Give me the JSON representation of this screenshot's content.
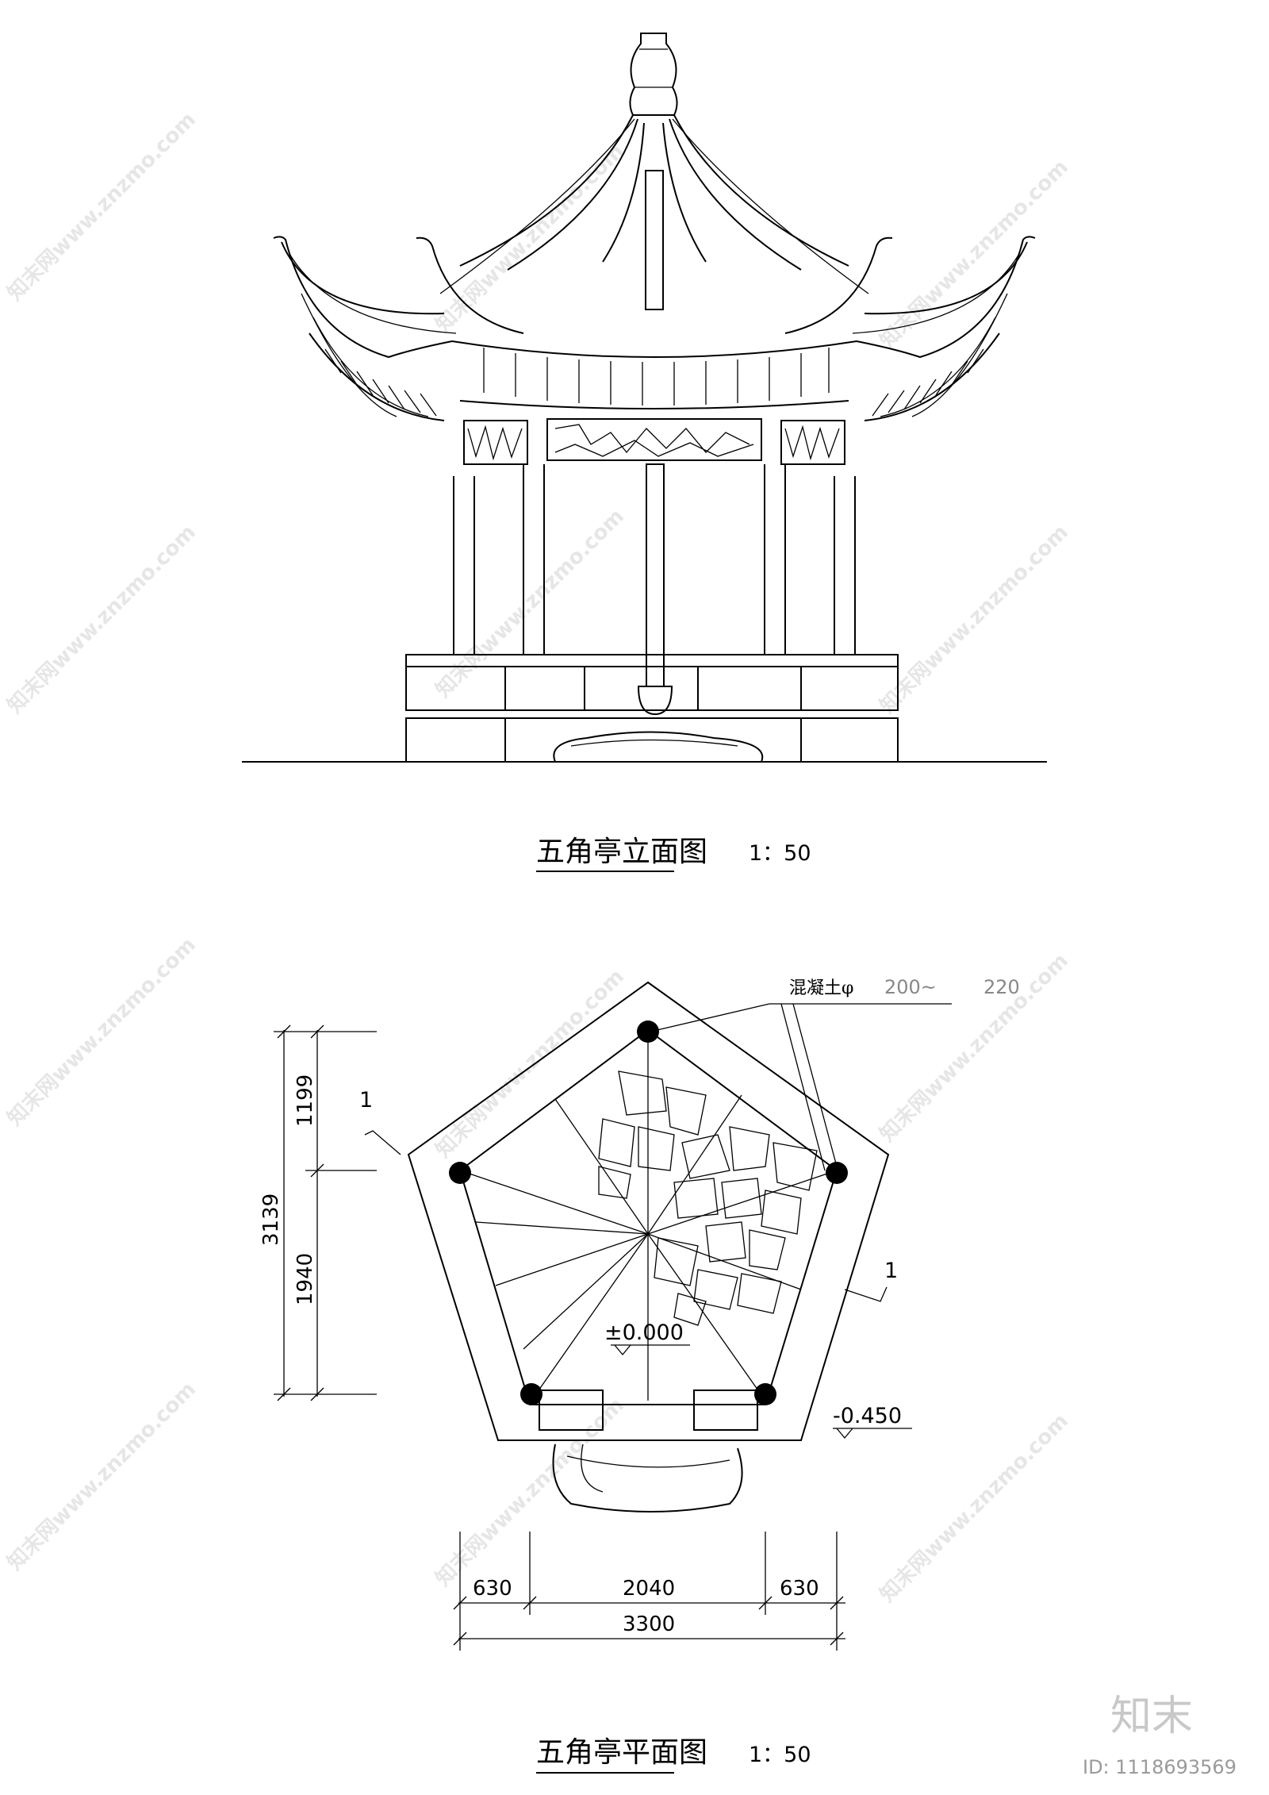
{
  "watermark": {
    "text": "知末网www.znzmo.com"
  },
  "elevation": {
    "title": "五角亭立面图",
    "scale": "1：50"
  },
  "plan": {
    "title": "五角亭平面图",
    "scale": "1：50",
    "column_note": {
      "material": "混凝土φ",
      "range": "200~",
      "value": "220"
    },
    "section_marks": [
      "1",
      "1"
    ],
    "levels": {
      "floor": "±0.000",
      "ground": "-0.450"
    },
    "dims_vertical": {
      "top": "1199",
      "bottom": "1940",
      "total": "3139"
    },
    "dims_horizontal": {
      "left": "630",
      "middle": "2040",
      "right": "630",
      "total": "3300"
    }
  },
  "brand": {
    "logo": "知末",
    "id_label": "ID: 1118693569"
  }
}
